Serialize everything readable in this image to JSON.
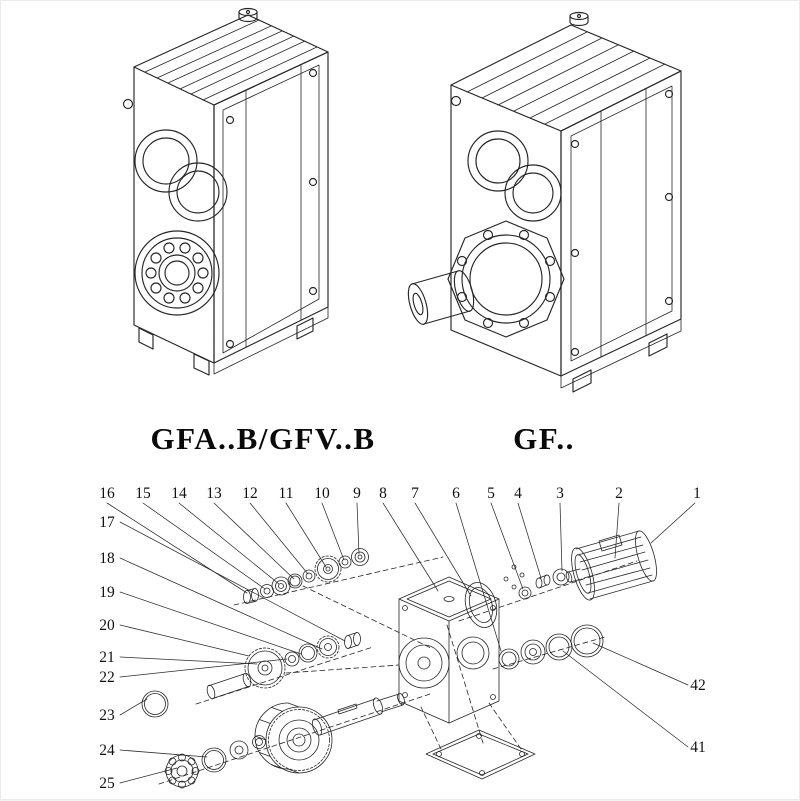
{
  "page": {
    "background": "#ffffff",
    "line_color": "#262626"
  },
  "models": {
    "left": "GFA..B/GFV..B",
    "right": "GF.."
  },
  "exploded": {
    "top": [
      "16",
      "15",
      "14",
      "13",
      "12",
      "11",
      "10",
      "9",
      "8",
      "7",
      "6",
      "5",
      "4",
      "3",
      "2",
      "1"
    ],
    "left": [
      "17",
      "18",
      "19",
      "20",
      "21",
      "22",
      "23",
      "24",
      "25"
    ],
    "right": [
      "42",
      "41"
    ]
  }
}
